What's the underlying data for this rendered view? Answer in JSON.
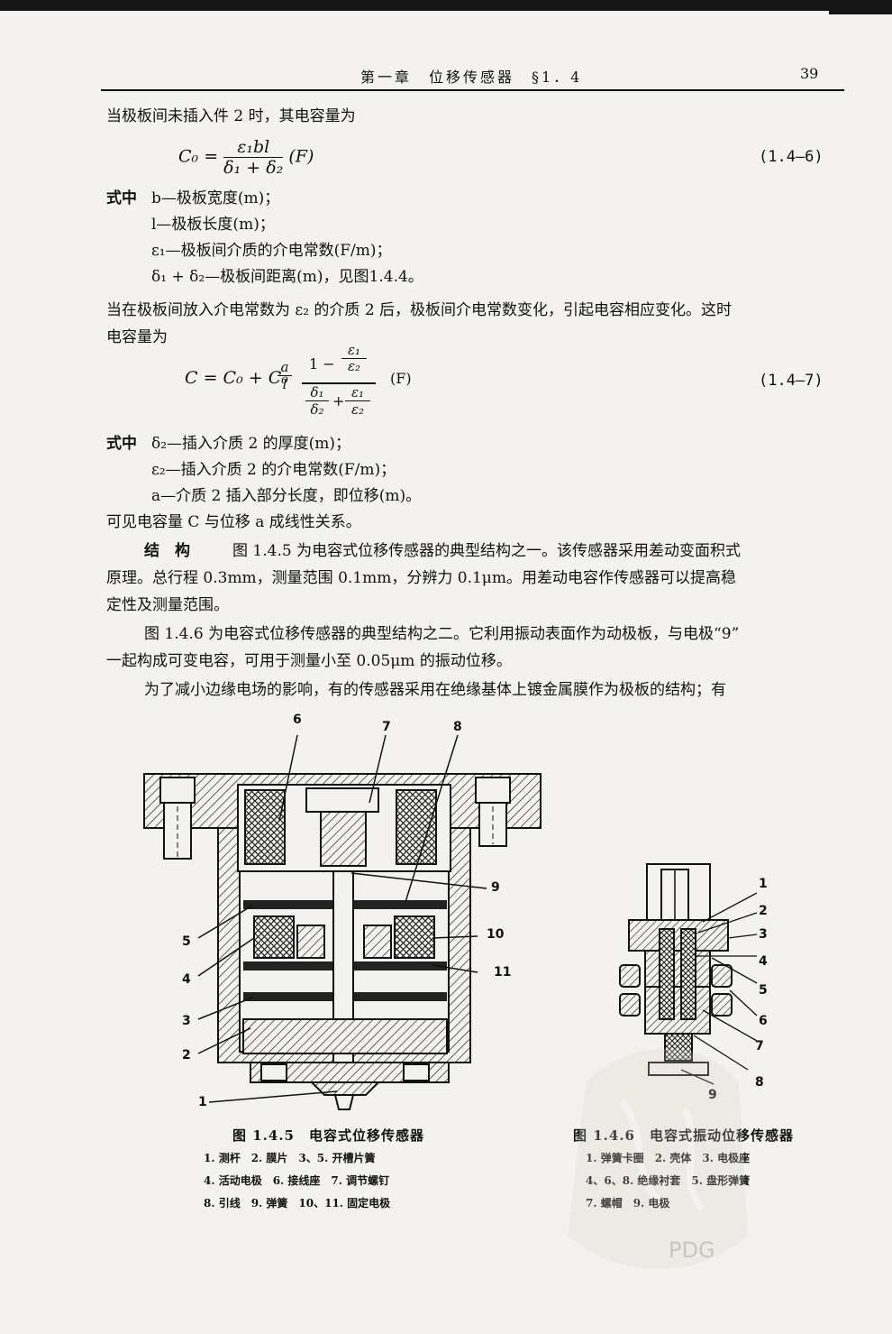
{
  "header": {
    "running_head": "第一章　位移传感器　§1．4",
    "page_number": "39"
  },
  "body": {
    "p1": "当极板间未插入件 2 时，其电容量为",
    "eq1": {
      "lhs": "C₀ =",
      "num": "ε₁bl",
      "den": "δ₁ + δ₂",
      "unit": "(F)",
      "number": "(1.4—6)"
    },
    "where1_label": "式中",
    "where1": [
      "b—极板宽度(m)；",
      "l—极板长度(m)；",
      "ε₁—极板间介质的介电常数(F/m)；",
      "δ₁ + δ₂—极板间距离(m)，见图1.4.4。"
    ],
    "p2a": "当在极板间放入介电常数为 ε₂ 的介质 2 后，极板间介电常数变化，引起电容相应变化。这时",
    "p2b": "电容量为",
    "eq2": {
      "lhs": "C = C₀ + C₀",
      "a": "a",
      "l": "l",
      "top_one": "1 −",
      "e1": "ε₁",
      "e2": "ε₂",
      "d1": "δ₁",
      "d2": "δ₂",
      "plus": "+",
      "unit": "(F)",
      "number": "(1.4—7)"
    },
    "where2_label": "式中",
    "where2": [
      "δ₂—插入介质 2 的厚度(m)；",
      "ε₂—插入介质 2 的介电常数(F/m)；",
      "a—介质 2 插入部分长度，即位移(m)。"
    ],
    "p3": "可见电容量 C 与位移 a 成线性关系。",
    "p4_head": "结　构",
    "p4a": "图 1.4.5 为电容式位移传感器的典型结构之一。该传感器采用差动变面积式",
    "p4b": "原理。总行程 0.3mm，测量范围 0.1mm，分辨力 0.1μm。用差动电容作传感器可以提高稳",
    "p4c": "定性及测量范围。",
    "p5a": "图 1.4.6 为电容式位移传感器的典型结构之二。它利用振动表面作为动极板，与电极“9”",
    "p5b": "一起构成可变电容，可用于测量小至 0.05μm 的振动位移。",
    "p6": "为了减小边缘电场的影响，有的传感器采用在绝缘基体上镀金属膜作为极板的结构；有"
  },
  "fig1": {
    "caption": "图 1.4.5　电容式位移传感器",
    "legend": [
      "1. 测杆　2. 膜片　3、5. 开槽片簧",
      "4. 活动电极　6. 接线座　7. 调节螺钉",
      "8. 引线　9. 弹簧　10、11. 固定电极"
    ],
    "callouts": {
      "c1": "1",
      "c2": "2",
      "c3": "3",
      "c4": "4",
      "c5": "5",
      "c6": "6",
      "c7": "7",
      "c8": "8",
      "c9": "9",
      "c10": "10",
      "c11": "11"
    }
  },
  "fig2": {
    "caption": "图 1.4.6　电容式振动位移传感器",
    "legend": [
      "1. 弹簧卡圈　2. 壳体　3. 电极座",
      "4、6、8. 绝缘衬套　5. 盘形弹簧",
      "7. 螺帽　9. 电极"
    ],
    "callouts": {
      "c1": "1",
      "c2": "2",
      "c3": "3",
      "c4": "4",
      "c5": "5",
      "c6": "6",
      "c7": "7",
      "c8": "8",
      "c9": "9"
    }
  },
  "watermark": {
    "text": "PDG"
  }
}
